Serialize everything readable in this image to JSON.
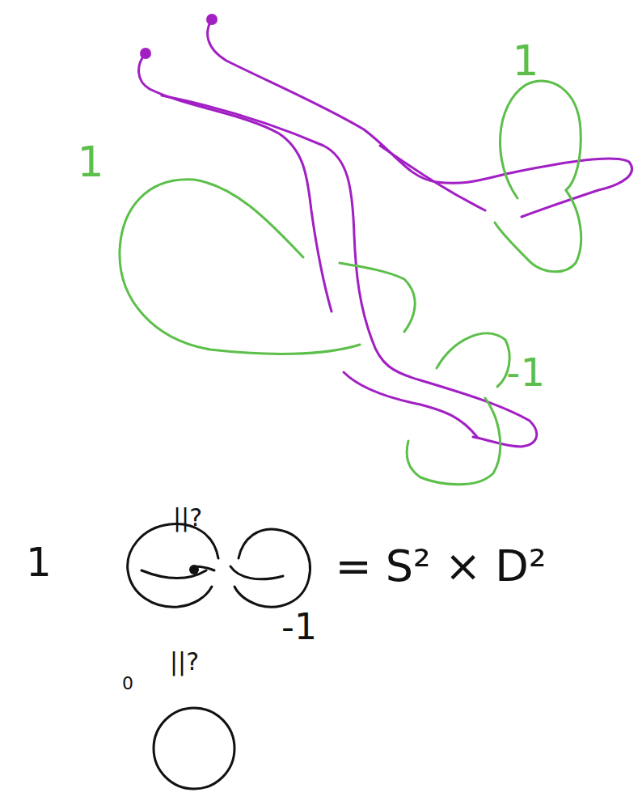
{
  "diagram": {
    "labels": [
      "1",
      "1",
      "-1",
      "||?",
      "1",
      "= S² × D²",
      "-1",
      "||?",
      "0"
    ]
  }
}
